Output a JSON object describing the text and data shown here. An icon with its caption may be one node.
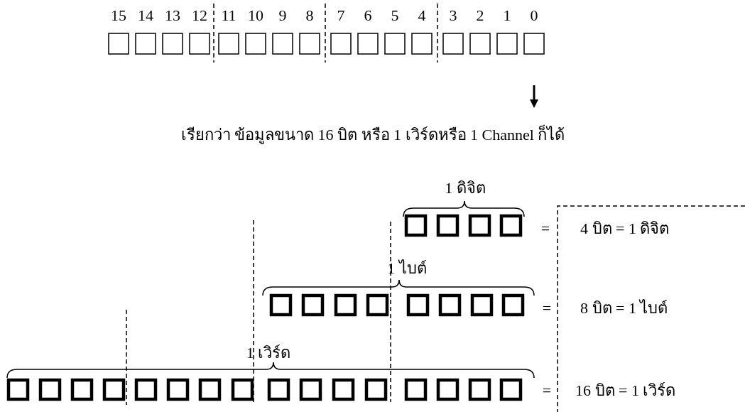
{
  "diagram": {
    "labels": [
      "15",
      "14",
      "13",
      "12",
      "11",
      "10",
      "9",
      "8",
      "7",
      "6",
      "5",
      "4",
      "3",
      "2",
      "1",
      "0",
      "เรียกว่า ข้อมูลขนาด 16 บิต หรือ 1 เวิร์ดหรือ 1 Channel ก็ได้",
      "1 ดิจิต",
      "=",
      "4 บิต = 1 ดิจิต",
      "1 ไบต์",
      "=",
      "8 บิต = 1 ไบต์",
      "1 เวิร์ด",
      "=",
      "16 บิต = 1 เวิร์ด"
    ]
  }
}
